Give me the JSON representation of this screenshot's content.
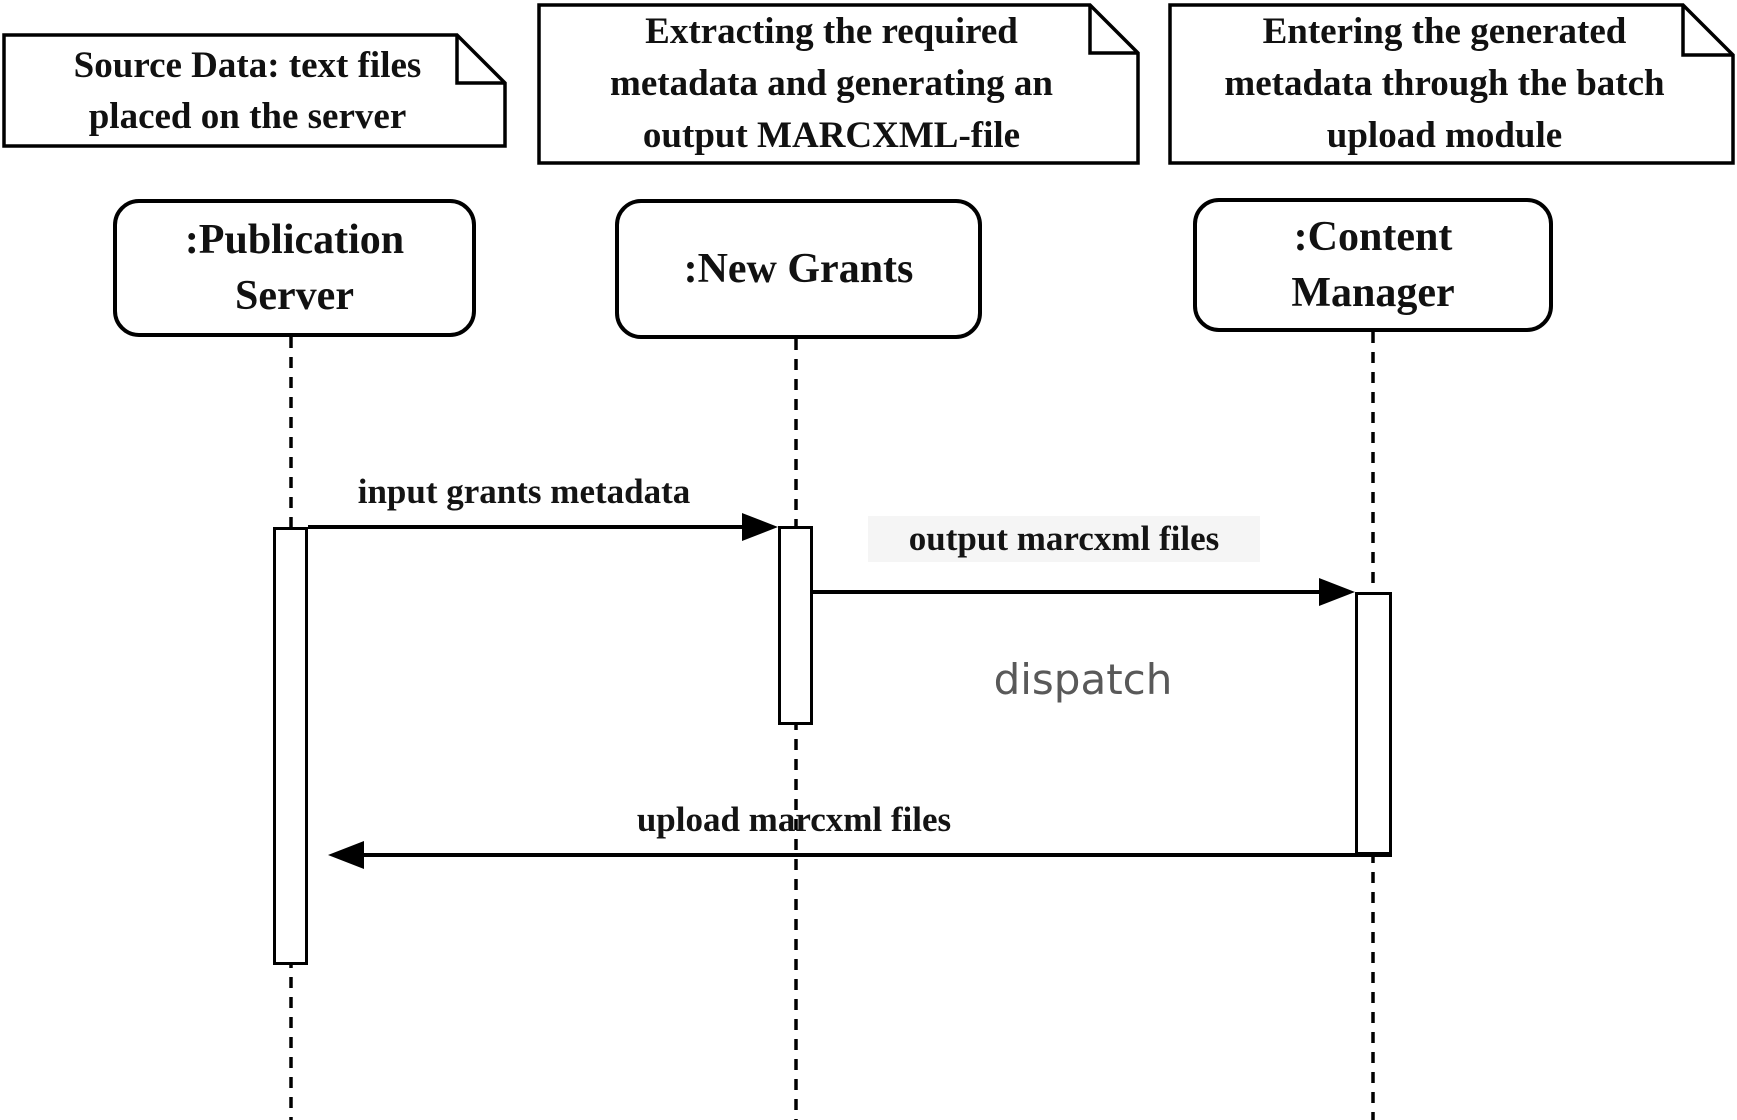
{
  "diagram": {
    "kind": "uml-sequence-diagram",
    "notes": [
      {
        "lines": [
          "Source Data: text files",
          "placed on the server"
        ]
      },
      {
        "lines": [
          "Extracting the required",
          "metadata and generating an",
          "output MARCXML-file"
        ]
      },
      {
        "lines": [
          "Entering the generated",
          "metadata through the batch",
          "upload module"
        ]
      }
    ],
    "lifelines": [
      {
        "name": ":Publication Server",
        "label_lines": [
          ":Publication",
          "Server"
        ]
      },
      {
        "name": ":New Grants",
        "label_lines": [
          ":New Grants"
        ]
      },
      {
        "name": ":Content Manager",
        "label_lines": [
          ":Content",
          "Manager"
        ]
      }
    ],
    "messages": [
      {
        "label": "input grants metadata",
        "from": ":Publication Server",
        "to": ":New Grants",
        "direction": "right"
      },
      {
        "label": "output marcxml files",
        "from": ":New Grants",
        "to": ":Content Manager",
        "direction": "right"
      },
      {
        "label": "upload marcxml files",
        "from": ":Content Manager",
        "to": ":Publication Server",
        "direction": "left"
      }
    ],
    "annotations": [
      {
        "label": "dispatch"
      }
    ],
    "colors": {
      "stroke": "#000000",
      "background": "#ffffff",
      "dispatch_text": "#595959",
      "label_highlight": "#f5f5f5"
    }
  }
}
